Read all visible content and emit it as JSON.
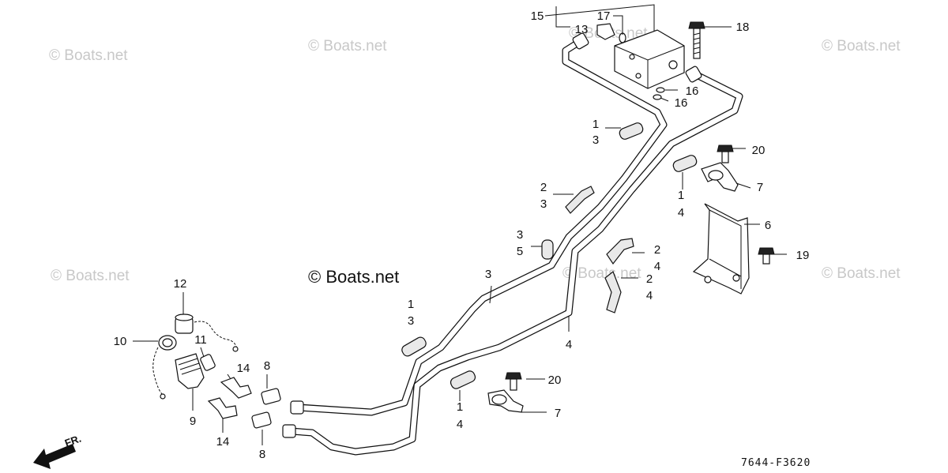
{
  "watermarks": [
    "© Boats.net",
    "© Boats.net",
    "© Boats.net",
    "© Boats.net",
    "© Boats.net",
    "© Boats.net",
    "© Boats.net"
  ],
  "main_watermark": "© Boats.net",
  "diagram_code": "7644-F3620",
  "direction_label": "FR.",
  "callouts": {
    "c15": "15",
    "c17": "17",
    "c13": "13",
    "c18": "18",
    "c16a": "16",
    "c16b": "16",
    "c1a": "1",
    "c3a": "3",
    "c20a": "20",
    "c1b": "1",
    "c4b": "4",
    "c7a": "7",
    "c2a": "2",
    "c3b": "3",
    "c6": "6",
    "c3c": "3",
    "c5": "5",
    "c2b": "2",
    "c4c": "4",
    "c19": "19",
    "c2c": "2",
    "c4d": "4",
    "c3d": "3",
    "c12": "12",
    "c1c": "1",
    "c3e": "3",
    "c10": "10",
    "c11": "11",
    "c4e": "4",
    "c14a": "14",
    "c8a": "8",
    "c20b": "20",
    "c9": "9",
    "c1d": "1",
    "c4f": "4",
    "c7b": "7",
    "c14b": "14",
    "c8b": "8"
  }
}
